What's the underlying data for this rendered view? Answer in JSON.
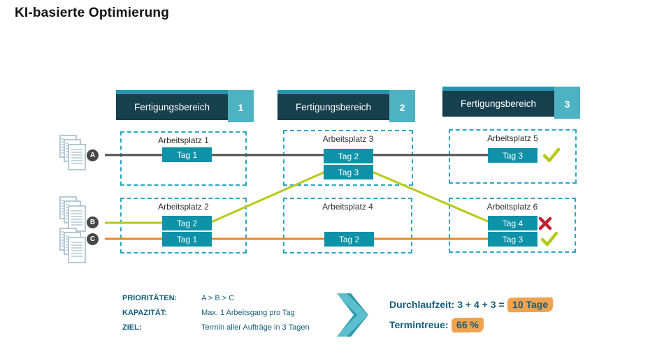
{
  "title": "KI-basierte Optimierung",
  "colors": {
    "header-dark": "#16404e",
    "header-strip": "#2496ac",
    "header-number": "#4db3c3",
    "tag-teal": "#0e92a8",
    "dashed-border": "#2aa7c5",
    "order-a": "#4d4d4d",
    "order-b": "#b4ca16",
    "order-c": "#f5831f",
    "check-green": "#b4ca16",
    "cross-red": "#c3202f",
    "text-teal": "#155e7d",
    "highlight-orange": "#f0a24e",
    "chevron-dark": "#2d9cb0",
    "chevron-light": "#5dbfcd",
    "doc-icon": "#a3bccb",
    "badge-gray": "#474747"
  },
  "areas": [
    {
      "label": "Fertigungsbereich",
      "number": "1"
    },
    {
      "label": "Fertigungsbereich",
      "number": "2"
    },
    {
      "label": "Fertigungsbereich",
      "number": "3"
    }
  ],
  "orders": [
    {
      "id": "A"
    },
    {
      "id": "B"
    },
    {
      "id": "C"
    }
  ],
  "workstations": [
    {
      "name": "Arbeitsplatz 1",
      "tags": [
        {
          "label": "Tag 1",
          "order": "A"
        }
      ]
    },
    {
      "name": "Arbeitsplatz 2",
      "tags": [
        {
          "label": "Tag 2",
          "order": "B"
        },
        {
          "label": "Tag 1",
          "order": "C"
        }
      ]
    },
    {
      "name": "Arbeitsplatz 3",
      "tags": [
        {
          "label": "Tag 2",
          "order": "A"
        },
        {
          "label": "Tag 3",
          "order": "B"
        }
      ]
    },
    {
      "name": "Arbeitsplatz 4",
      "tags": [
        {
          "label": "Tag 2",
          "order": "C"
        }
      ]
    },
    {
      "name": "Arbeitsplatz 5",
      "tags": [
        {
          "label": "Tag 3",
          "order": "A",
          "status": "on-time"
        }
      ]
    },
    {
      "name": "Arbeitsplatz 6",
      "tags": [
        {
          "label": "Tag 4",
          "order": "B",
          "status": "late"
        },
        {
          "label": "Tag 3",
          "order": "C",
          "status": "on-time"
        }
      ]
    }
  ],
  "legend": {
    "rows": [
      {
        "label": "PRIORITÄTEN:",
        "value": "A > B > C"
      },
      {
        "label": "KAPAZITÄT:",
        "value": "Max. 1 Arbeitsgang pro Tag"
      },
      {
        "label": "ZIEL:",
        "value": "Termin aller Aufträge in 3 Tagen"
      }
    ]
  },
  "results": {
    "durchlaufzeit_label": "Durchlaufzeit: 3 + 4 + 3 =",
    "durchlaufzeit_value": "10 Tage",
    "termintreue_label": "Termintreue:",
    "termintreue_value": "66 %"
  }
}
